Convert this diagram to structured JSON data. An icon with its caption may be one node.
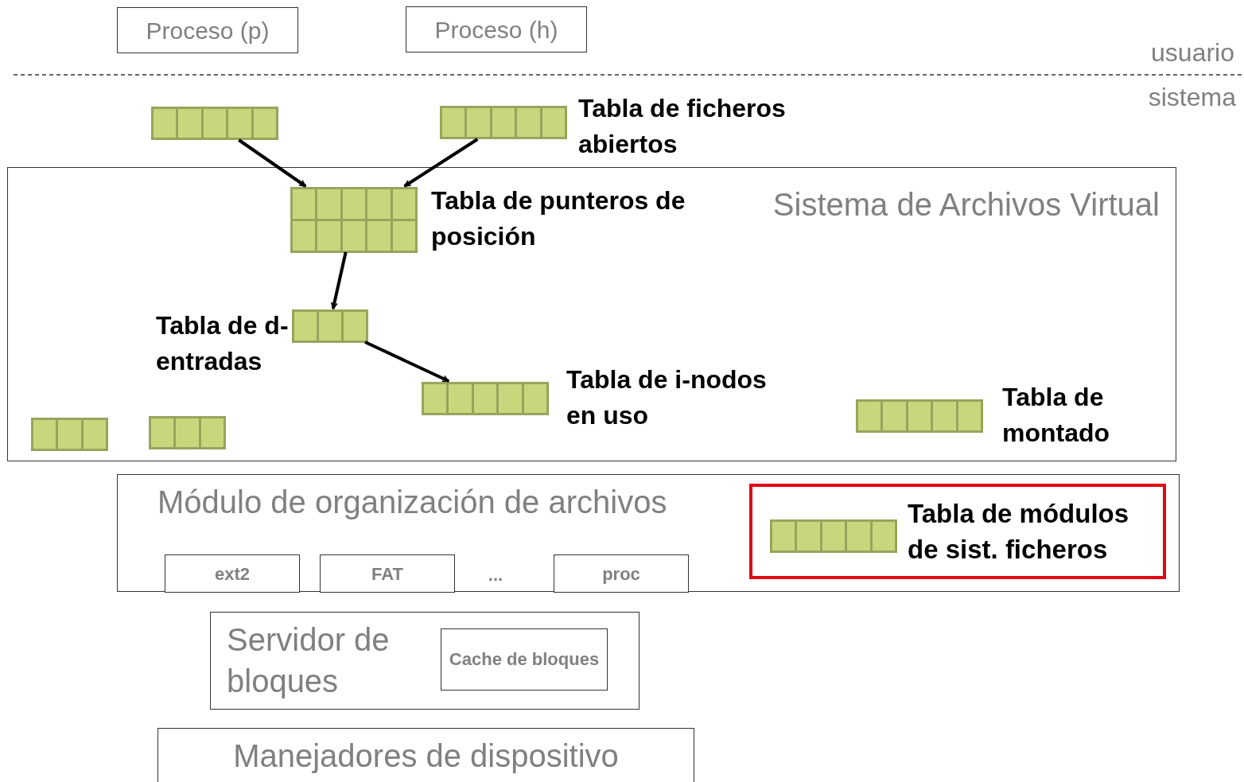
{
  "diagram": {
    "nodes": [
      {
        "text": [
          "Proceso (p)"
        ]
      },
      {
        "text": [
          "Proceso (h)"
        ]
      },
      {
        "text": [],
        "shape": "bar"
      },
      {
        "text": [],
        "shape": "bar",
        "beside": [
          "Tabla de ficheros abiertos"
        ]
      },
      {
        "text": [
          "Sistema de Archivos Virtual"
        ]
      },
      {
        "text": [],
        "shape": "bar",
        "in": 4,
        "beside": [
          "Tabla de punteros de posición"
        ]
      },
      {
        "text": [],
        "shape": "bar",
        "in": 4,
        "beside": [
          "Tabla de d-entradas"
        ]
      },
      {
        "text": [],
        "shape": "bar",
        "in": 4,
        "beside": [
          "Tabla de i-nodos en uso"
        ]
      },
      {
        "text": [],
        "shape": "bar",
        "in": 4
      },
      {
        "text": [],
        "shape": "bar",
        "in": 4
      },
      {
        "text": [],
        "shape": "bar",
        "in": 4,
        "beside": [
          "Tabla de montado"
        ]
      },
      {
        "text": [
          "Módulo de organización de archivos"
        ]
      },
      {
        "text": [
          "ext2"
        ],
        "in": 11
      },
      {
        "text": [
          "FAT"
        ],
        "in": 11
      },
      {
        "text": [
          "proc"
        ],
        "in": 11
      },
      {
        "text": [
          "Tabla de módulos de sist. ficheros"
        ],
        "in": 11
      },
      {
        "text": [],
        "shape": "bar",
        "in": 15
      },
      {
        "text": [
          "Servidor de bloques"
        ]
      },
      {
        "text": [
          "Cache de bloques"
        ],
        "in": 17
      },
      {
        "text": [
          "Manejadores de dispositivo"
        ]
      }
    ],
    "edges": [
      {
        "from": 2,
        "to": 5,
        "arrow": "to"
      },
      {
        "from": 3,
        "to": 5,
        "arrow": "to"
      },
      {
        "from": 5,
        "to": 6,
        "arrow": "to"
      },
      {
        "from": 6,
        "to": 7,
        "arrow": "to"
      }
    ],
    "labels": [
      "usuario",
      "sistema",
      "..."
    ]
  }
}
